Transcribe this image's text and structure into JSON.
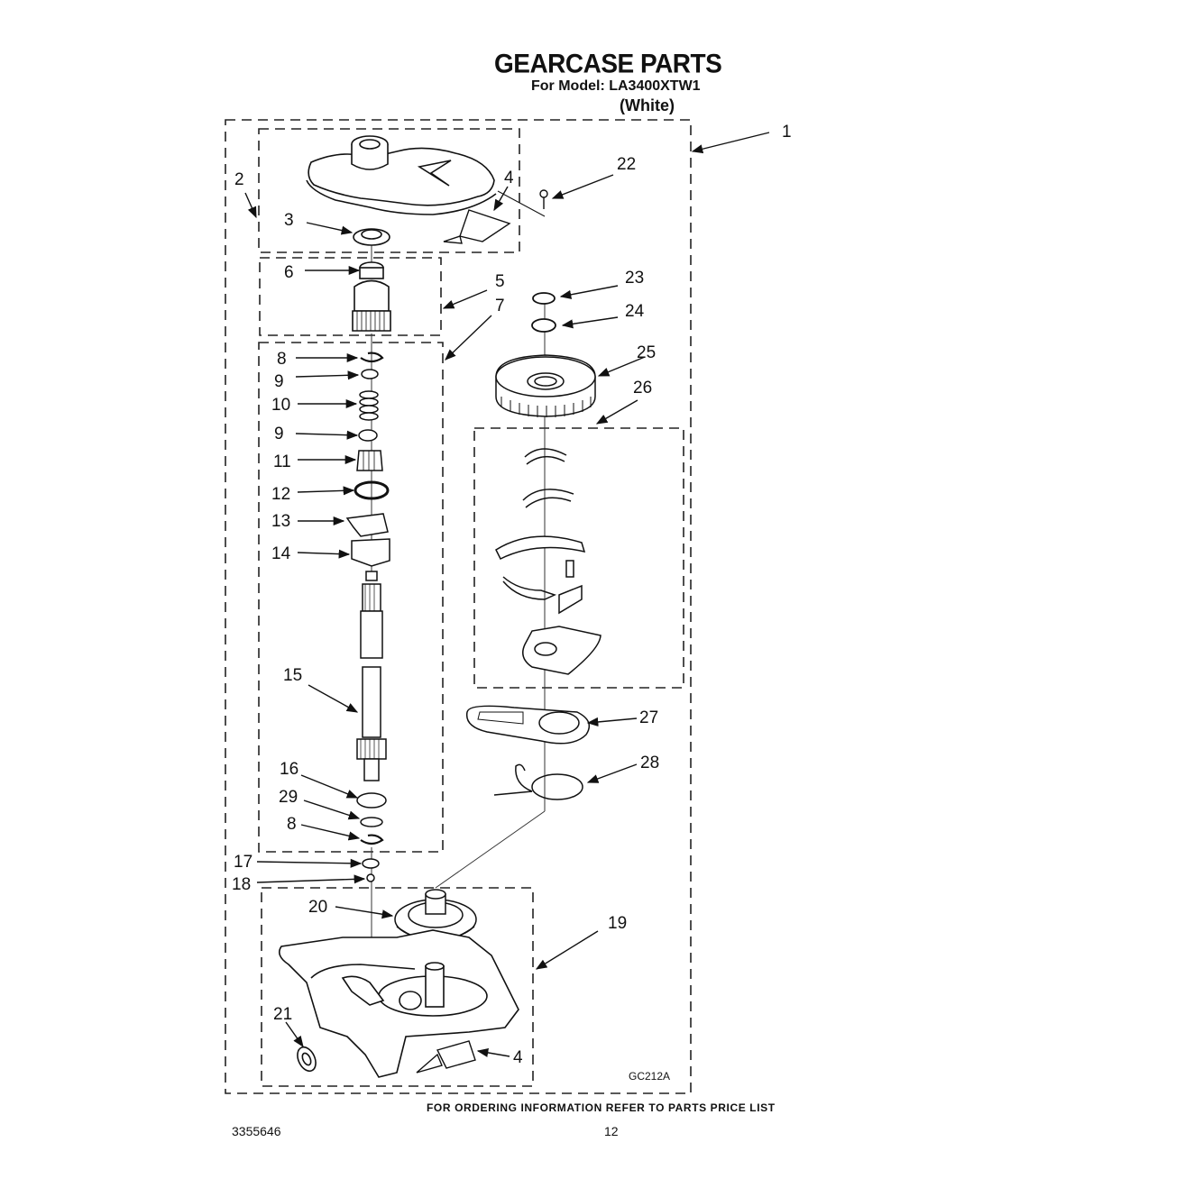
{
  "header": {
    "title": "GEARCASE PARTS",
    "model_line": "For Model: LA3400XTW1",
    "variant": "(White)"
  },
  "callouts": [
    "1",
    "2",
    "3",
    "4",
    "22",
    "6",
    "5",
    "7",
    "23",
    "24",
    "8",
    "9",
    "10",
    "9",
    "11",
    "12",
    "13",
    "14",
    "25",
    "26",
    "15",
    "27",
    "16",
    "29",
    "8",
    "28",
    "17",
    "18",
    "20",
    "19",
    "21",
    "4"
  ],
  "diagram_code": "GC212A",
  "footer": {
    "note": "FOR ORDERING INFORMATION REFER TO PARTS PRICE LIST",
    "doc_number": "3355646",
    "page_number": "12"
  }
}
